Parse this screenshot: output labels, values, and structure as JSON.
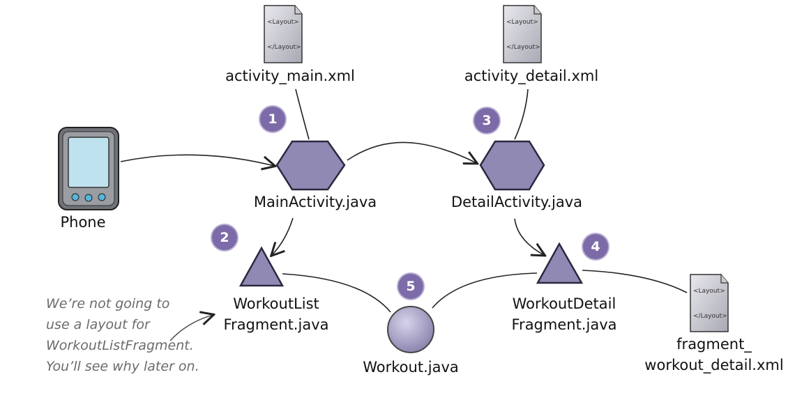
{
  "nodes": {
    "activity_main_xml": "activity_main.xml",
    "activity_detail_xml": "activity_detail.xml",
    "main_activity": "MainActivity.java",
    "detail_activity": "DetailActivity.java",
    "phone": "Phone",
    "workout_list_fragment": [
      "WorkoutList",
      "Fragment.java"
    ],
    "workout_detail_fragment": [
      "WorkoutDetail",
      "Fragment.java"
    ],
    "workout_java": "Workout.java",
    "fragment_workout_detail_xml": [
      "fragment_",
      "workout_detail.xml"
    ]
  },
  "doc_icon_text": {
    "open": "<Layout>",
    "close": "</Layout>"
  },
  "badges": [
    "1",
    "2",
    "3",
    "4",
    "5"
  ],
  "note": [
    "We’re not going to",
    "use a layout for",
    "WorkoutListFragment.",
    "You’ll see why later on."
  ],
  "colors": {
    "shape_fill": "#8f89b4",
    "shape_stroke": "#2b2840",
    "badge": "#7c6ba8",
    "note": "#6b6b6b"
  }
}
